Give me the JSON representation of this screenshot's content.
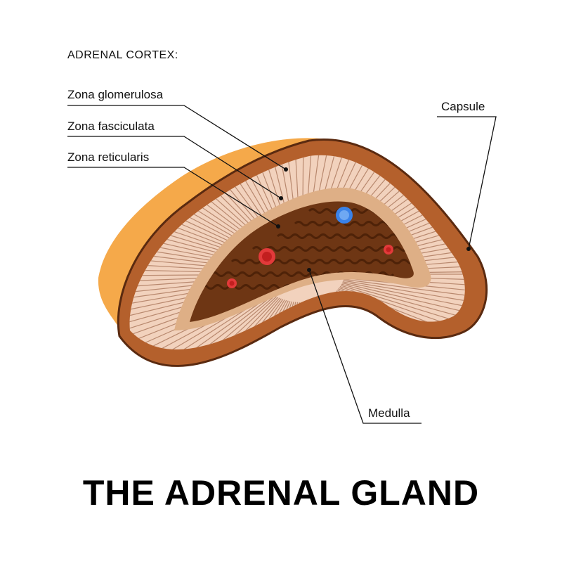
{
  "diagram": {
    "section_heading": "ADRENAL CORTEX:",
    "title": "THE ADRENAL GLAND",
    "labels": {
      "zona_glomerulosa": "Zona glomerulosa",
      "zona_fasciculata": "Zona fasciculata",
      "zona_reticularis": "Zona reticularis",
      "capsule": "Capsule",
      "medulla": "Medulla"
    },
    "colors": {
      "outer_shell": "#F5A94A",
      "capsule": "#B4602C",
      "cortex": "#F2D2BD",
      "reticularis": "#DEAF86",
      "medulla": "#6E3614",
      "artery": "#E23A3A",
      "vein": "#3A82E8"
    }
  }
}
